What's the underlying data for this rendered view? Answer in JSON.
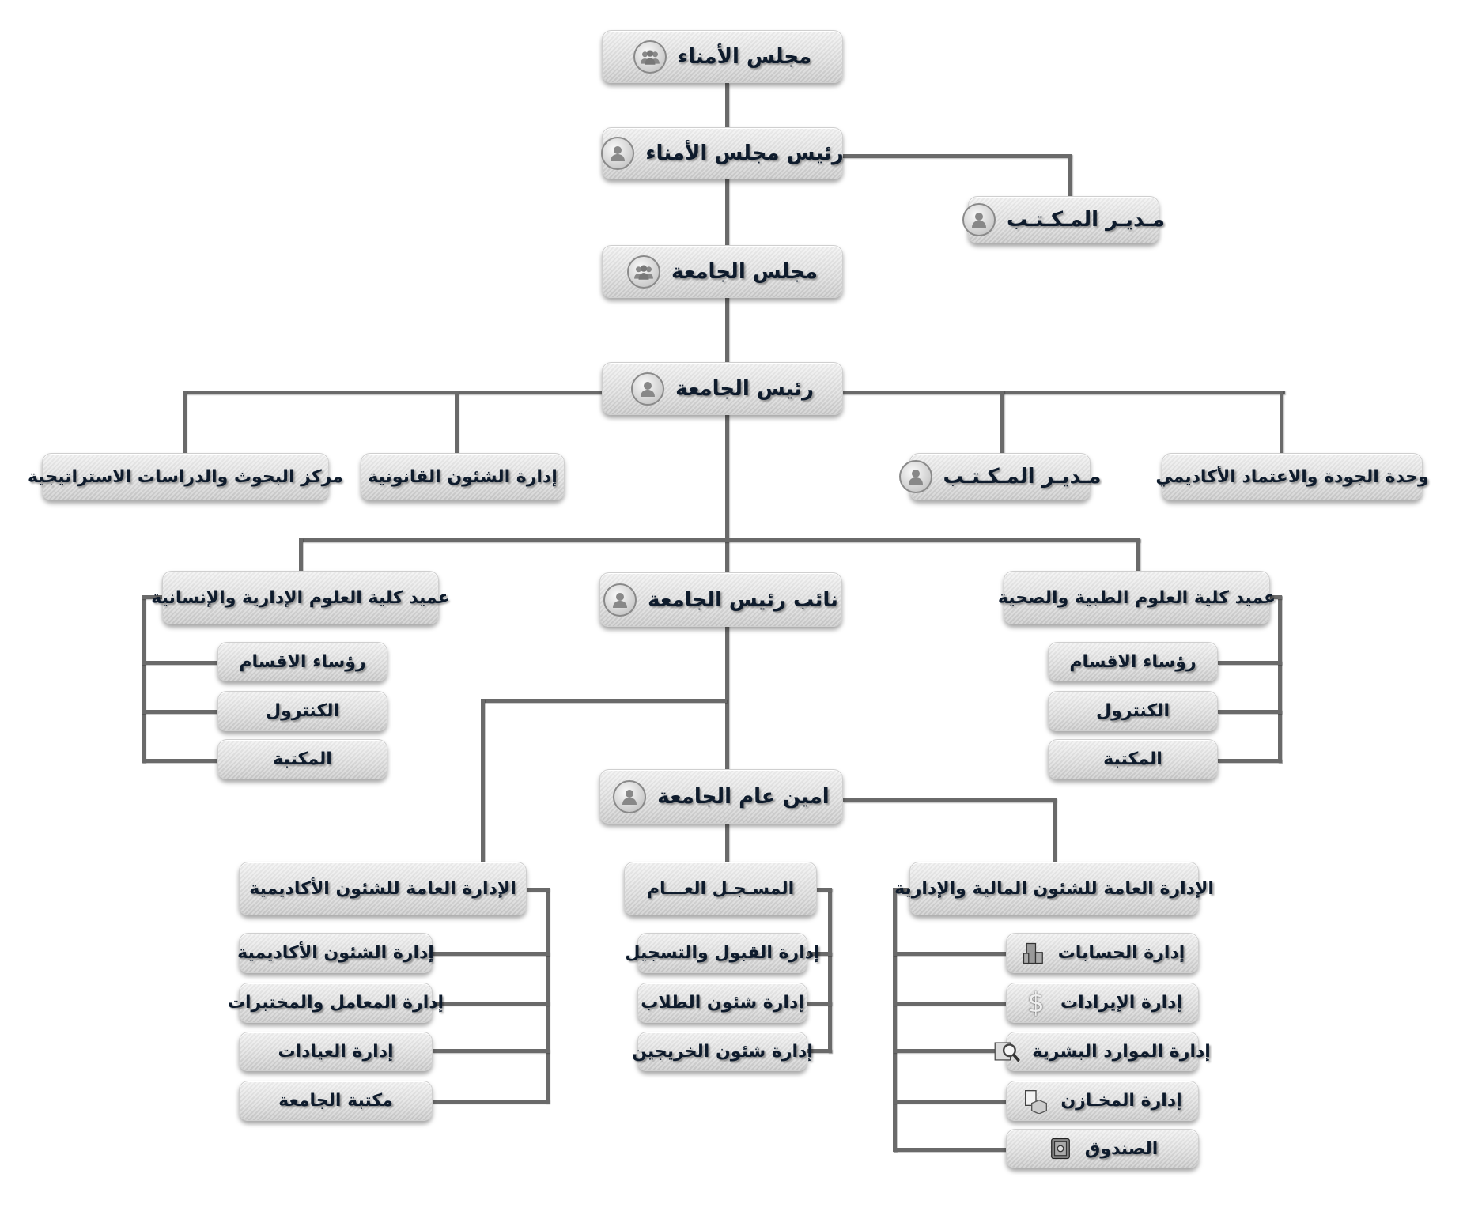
{
  "board_of_trustees": "مجلس الأمناء",
  "board_chairman": "رئيس مجلس الأمناء",
  "office_manager_top": "مـديـر المـكـتـب",
  "university_council": "مجلس الجامعة",
  "university_president": "رئيس الجامعة",
  "research_center": "مركز البحوث والدراسات الاستراتيجية",
  "legal_affairs": "إدارة الشئون القانونية",
  "office_manager": "مـديـر المـكـتـب",
  "quality_unit": "وحدة الجودة والاعتماد الأكاديمي",
  "dean_admin": "عميد كلية العلوم الإدارية والإنسانية",
  "vice_president": "نائب رئيس الجامعة",
  "dean_medical": "عميد كلية العلوم الطبية والصحية",
  "dean_admin_units": [
    "رؤساء الاقسام",
    "الكنترول",
    "المكتبة"
  ],
  "dean_medical_units": [
    "رؤساء الاقسام",
    "الكنترول",
    "المكتبة"
  ],
  "secretary_general": "امين عام الجامعة",
  "academic_affairs": {
    "title": "الإدارة العامة للشئون الأكاديمية",
    "units": [
      "إدارة الشئون الأكاديمية",
      "إدارة المعامل والمختبرات",
      "إدارة العيادات",
      "مكتبة الجامعة"
    ]
  },
  "registrar": {
    "title": "المسـجـل العـــام",
    "units": [
      "إدارة القبول والتسجيل",
      "إدارة شئون الطلاب",
      "إدارة شئون الخريجين"
    ]
  },
  "finance_admin": {
    "title": "الإدارة العامة للشئون المالية والإدارية",
    "units": [
      "إدارة الحسابات",
      "إدارة الإيرادات",
      "إدارة الموارد البشرية",
      "إدارة المخـازن",
      "الصندوق"
    ],
    "icons": [
      "accounts-building-icon",
      "dollar-icon",
      "document-search-icon",
      "inventory-box-icon",
      "safe-icon"
    ]
  },
  "colors": {
    "line": "#6a6a6a",
    "text": "#0e1b2c",
    "box": "#dcdcdc"
  }
}
